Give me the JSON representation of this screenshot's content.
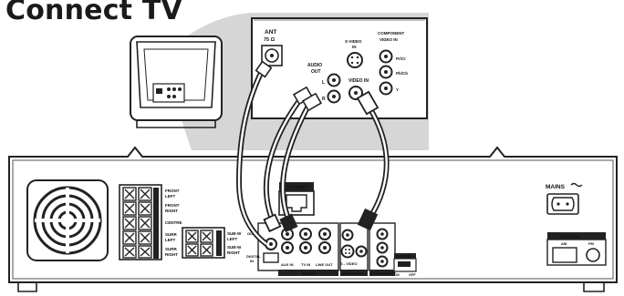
{
  "title": "Connect TV",
  "tv_panel": {
    "ant_label": "ANT",
    "ant_sub": "75 Ω",
    "audio_out_l1": "AUDIO",
    "audio_out_l2": "OUT",
    "audio_l": "L",
    "audio_r": "R",
    "svideo_l1": "S-VIDEO",
    "svideo_l2": "IN",
    "video_in": "VIDEO IN",
    "component_l1": "COMPONENT",
    "component_l2": "VIDEO IN",
    "pr_cr": "Pr/Cr",
    "pb_cb": "Pb/Cb",
    "y": "Y"
  },
  "receiver": {
    "front_left_1": "FRONT",
    "front_left_2": "LEFT",
    "front_right_1": "FRONT",
    "front_right_2": "RIGHT",
    "centre": "CENTRE",
    "surr_left_1": "SURR",
    "surr_left_2": "LEFT",
    "surr_right_1": "SURR",
    "surr_right_2": "RIGHT",
    "subw_left_1": "SUB-W",
    "subw_left_2": "LEFT",
    "subw_right_1": "SUB-W",
    "subw_right_2": "RIGHT",
    "ethernet": "ETHERNET",
    "digital_in_1": "DIGITAL",
    "digital_in_2": "IN",
    "coax_out": "OUT",
    "aux_in": "AUX IN",
    "tv_in": "TV IN",
    "line_out": "LINE OUT",
    "audio_bar": "AUDIO",
    "svideo": "S - VIDEO",
    "video_out_bar": "VIDEO OUT",
    "component_bar": "COMPONENT",
    "pscan": "P-SCAN",
    "on": "ON",
    "off": "OFF",
    "mains": "MAINS",
    "antenna": "ANTENNA",
    "am": "AM",
    "fm": "FM"
  }
}
